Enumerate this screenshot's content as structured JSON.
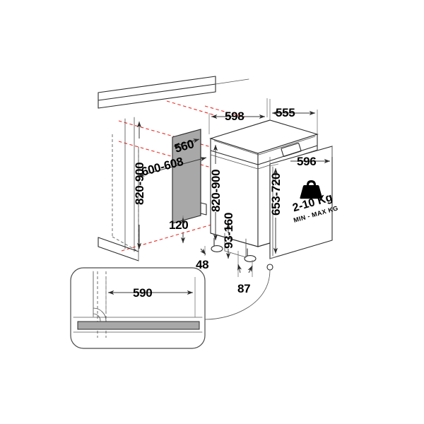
{
  "document": {
    "title": "Built-in Dishwasher Installation Dimensions",
    "type": "technical-installation-drawing",
    "units": "mm",
    "background_color": "#ffffff",
    "line_color": "#2b2b2b",
    "reference_line_color": "#e8302a",
    "panel_fill_color": "#a8a8a8"
  },
  "dimensions": {
    "cabinet_height_left": "820-900",
    "cabinet_height_right": "820-900",
    "niche_width": "600-608",
    "panel_width": "560",
    "appliance_width": "598",
    "appliance_depth": "555",
    "door_panel_width": "596",
    "door_panel_height": "653-720",
    "plinth_recess": "120",
    "toe_kick_depth": "48",
    "leg_height_range": "93-160",
    "front_offset": "87",
    "hinge_detail_width": "590"
  },
  "door_label": {
    "weight_range": "2-10 Kg",
    "weight_caption": "MIN - MAX KG",
    "icon": "weight-block-icon"
  },
  "detail_inset": {
    "name": "hinge-detail",
    "dimension": "590"
  }
}
